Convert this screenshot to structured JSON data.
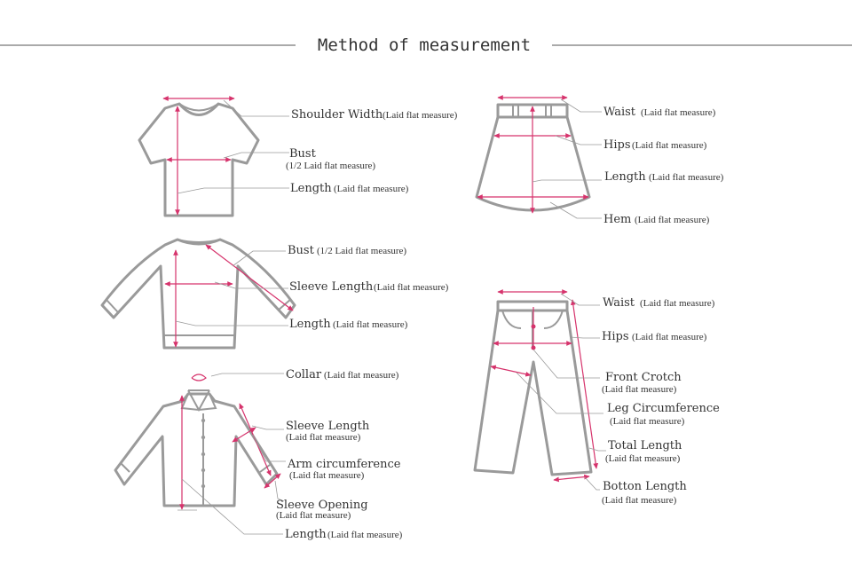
{
  "title": "Method of measurement",
  "colors": {
    "measure": "#d6336c",
    "outline": "#9a9a9a",
    "text": "#333333"
  },
  "labels": {
    "tshirt_shoulder": {
      "main": "Shoulder Width",
      "sub": "(Laid flat measure)"
    },
    "tshirt_bust": {
      "main": "Bust",
      "sub": "(1/2 Laid flat measure)"
    },
    "tshirt_length": {
      "main": "Length",
      "sub": "(Laid flat measure)"
    },
    "sweater_bust": {
      "main": "Bust",
      "sub": "(1/2 Laid flat measure)"
    },
    "sweater_sleeve": {
      "main": "Sleeve Length",
      "sub": "(Laid flat measure)"
    },
    "sweater_length": {
      "main": "Length",
      "sub": "(Laid flat measure)"
    },
    "shirt_collar": {
      "main": "Collar",
      "sub": "(Laid flat measure)"
    },
    "shirt_sleeve": {
      "main": "Sleeve Length",
      "sub": "(Laid flat measure)"
    },
    "shirt_arm": {
      "main": "Arm circumference",
      "sub": "(Laid flat measure)"
    },
    "shirt_opening": {
      "main": "Sleeve Opening",
      "sub": "(Laid flat measure)"
    },
    "shirt_length": {
      "main": "Length",
      "sub": "(Laid flat measure)"
    },
    "skirt_waist": {
      "main": "Waist",
      "sub": "(Laid flat measure)"
    },
    "skirt_hips": {
      "main": "Hips",
      "sub": "(Laid flat measure)"
    },
    "skirt_length": {
      "main": "Length",
      "sub": "(Laid flat measure)"
    },
    "skirt_hem": {
      "main": "Hem",
      "sub": "(Laid flat measure)"
    },
    "pants_waist": {
      "main": "Waist",
      "sub": "(Laid flat measure)"
    },
    "pants_hips": {
      "main": "Hips",
      "sub": "(Laid flat measure)"
    },
    "pants_crotch": {
      "main": "Front Crotch",
      "sub": "(Laid flat measure)"
    },
    "pants_leg": {
      "main": "Leg Circumference",
      "sub": "(Laid flat measure)"
    },
    "pants_total": {
      "main": "Total Length",
      "sub": "(Laid flat measure)"
    },
    "pants_bottom": {
      "main": "Botton Length",
      "sub": "(Laid flat measure)"
    }
  }
}
